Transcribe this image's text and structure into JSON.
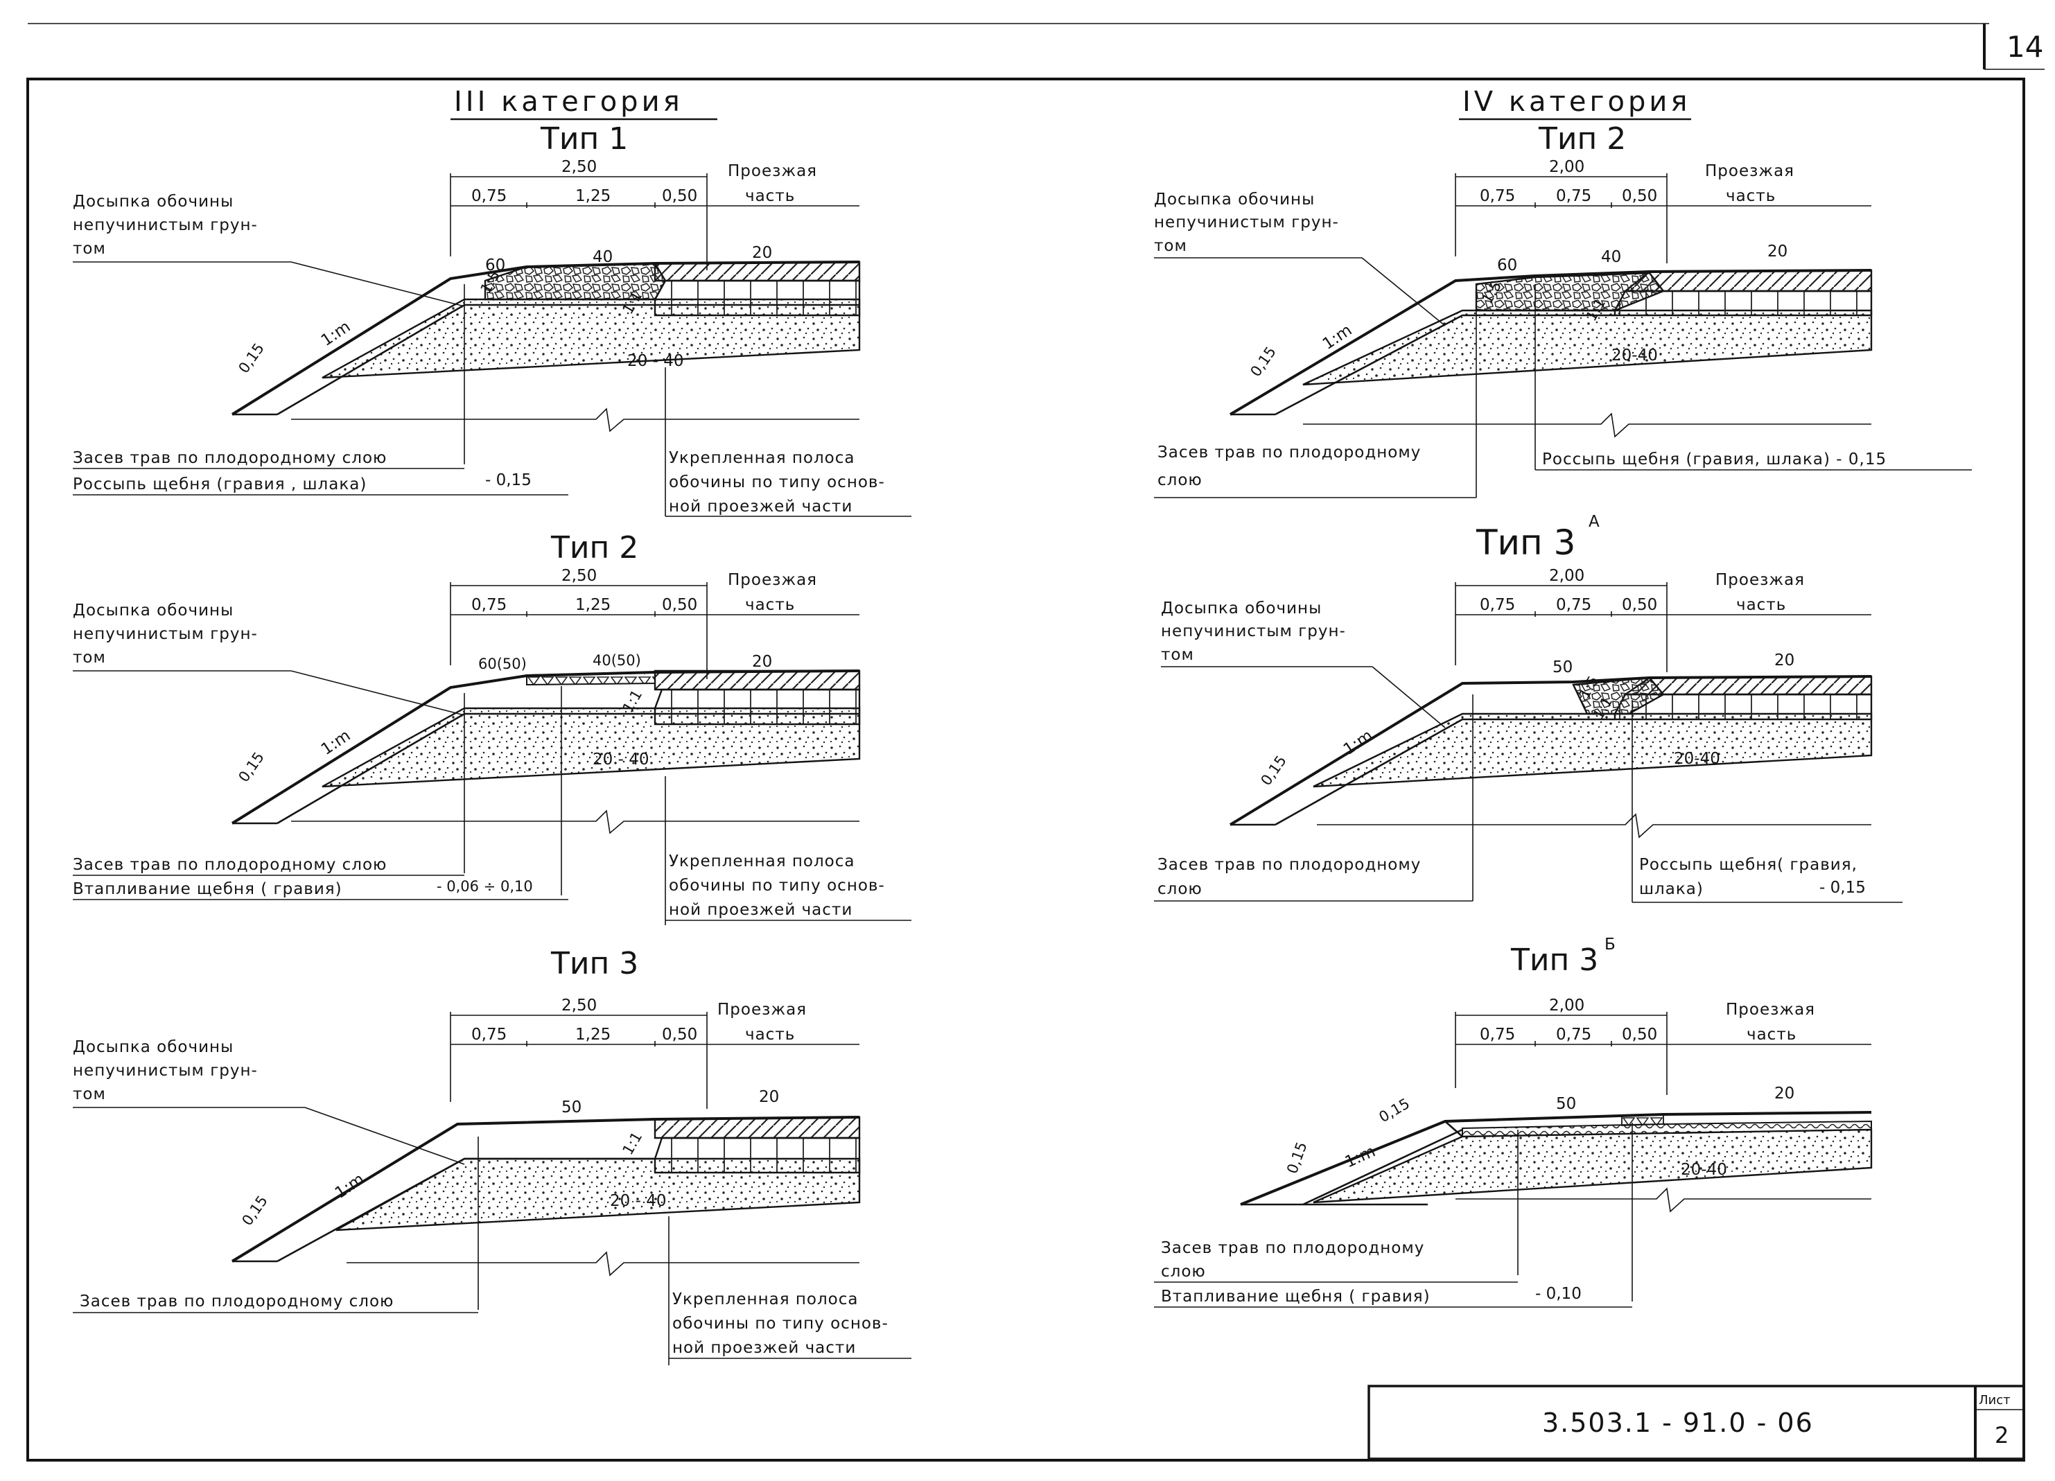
{
  "corner_page": "14",
  "titles": {
    "left_category": "III категория",
    "right_category": "IV категория"
  },
  "left": {
    "t1": {
      "title": "Тип 1",
      "total": "2,50",
      "d1": "0,75",
      "d2": "1,25",
      "d3": "0,50",
      "carriage_a": "Проезжая",
      "carriage_b": "часть",
      "fill_a": "Досыпка обочины",
      "fill_b": "непучинистым грун-",
      "fill_c": "том",
      "s1": "60",
      "s2": "40",
      "s3": "20",
      "s4": "20 - 40",
      "slope": "1:m",
      "thick": "0,15",
      "r1": "1:5",
      "r2": "1:1",
      "bl1": "Засев трав по плодородному слою",
      "bl2": "Россыпь щебня (гравия , шлака)",
      "bl2v": "- 0,15",
      "br1": "Укрепленная полоса",
      "br2": "обочины по типу основ-",
      "br3": "ной проезжей части"
    },
    "t2": {
      "title": "Тип 2",
      "total": "2,50",
      "d1": "0,75",
      "d2": "1,25",
      "d3": "0,50",
      "carriage_a": "Проезжая",
      "carriage_b": "часть",
      "fill_a": "Досыпка обочины",
      "fill_b": "непучинистым грун-",
      "fill_c": "том",
      "s1": "60(50)",
      "s2": "40(50)",
      "s3": "20",
      "s4": "20 - 40",
      "slope": "1:m",
      "thick": "0,15",
      "r2": "1:1",
      "bl1": "Засев трав по плодородному слою",
      "bl2": "Втапливание щебня ( гравия)",
      "bl2v": "- 0,06 ÷ 0,10",
      "br1": "Укрепленная полоса",
      "br2": "обочины по типу основ-",
      "br3": "ной проезжей части"
    },
    "t3": {
      "title": "Тип 3",
      "total": "2,50",
      "d1": "0,75",
      "d2": "1,25",
      "d3": "0,50",
      "carriage_a": "Проезжая",
      "carriage_b": "часть",
      "fill_a": "Досыпка обочины",
      "fill_b": "непучинистым грун-",
      "fill_c": "том",
      "s1": "50",
      "s3": "20",
      "s4": "20 - 40",
      "slope": "1:m",
      "thick": "0,15",
      "r2": "1:1",
      "bl1": "Засев трав по плодородному слою",
      "br1": "Укрепленная полоса",
      "br2": "обочины по типу основ-",
      "br3": "ной проезжей части"
    }
  },
  "right": {
    "t2": {
      "title": "Тип 2",
      "total": "2,00",
      "d1": "0,75",
      "d2": "0,75",
      "d3": "0,50",
      "carriage_a": "Проезжая",
      "carriage_b": "часть",
      "fill_a": "Досыпка обочины",
      "fill_b": "непучинистым грун-",
      "fill_c": "том",
      "s1": "60",
      "s2": "40",
      "s3": "20",
      "s4": "20-40",
      "slope": "1:m",
      "thick": "0,15",
      "r1": "1:5",
      "r2": "1:1",
      "bl1": "Засев трав по плодородному",
      "bl2": "слою",
      "br1": "Россыпь щебня (гравия, шлака) - 0,15"
    },
    "t3a": {
      "title": "Тип 3",
      "sup": "А",
      "total": "2,00",
      "d1": "0,75",
      "d2": "0,75",
      "d3": "0,50",
      "carriage_a": "Проезжая",
      "carriage_b": "часть",
      "fill_a": "Досыпка обочины",
      "fill_b": "непучинистым грун-",
      "fill_c": "том",
      "s1": "50",
      "s3": "20",
      "s4": "20-40",
      "slope": "1:m",
      "thick": "0,15",
      "r1": "1:5",
      "r2": "1:1",
      "bl1": "Засев трав по плодородному",
      "bl2": "слою",
      "br1": "Россыпь щебня( гравия,",
      "br2": "шлака)",
      "br2v": "- 0,15"
    },
    "t3b": {
      "title": "Тип 3",
      "sup": "Б",
      "total": "2,00",
      "d1": "0,75",
      "d2": "0,75",
      "d3": "0,50",
      "carriage_a": "Проезжая",
      "carriage_b": "часть",
      "s1": "50",
      "s3": "20",
      "s4": "20-40",
      "slope": "1:m",
      "thick": "0,15",
      "thick2": "0,15",
      "bl1": "Засев трав по плодородному",
      "bl2": "слою",
      "bl3": "Втапливание щебня ( гравия)",
      "bl3v": "- 0,10"
    }
  },
  "stamp": {
    "code": "3.503.1 - 91.0 - 06",
    "sheet_label": "Лист",
    "sheet_no": "2"
  }
}
